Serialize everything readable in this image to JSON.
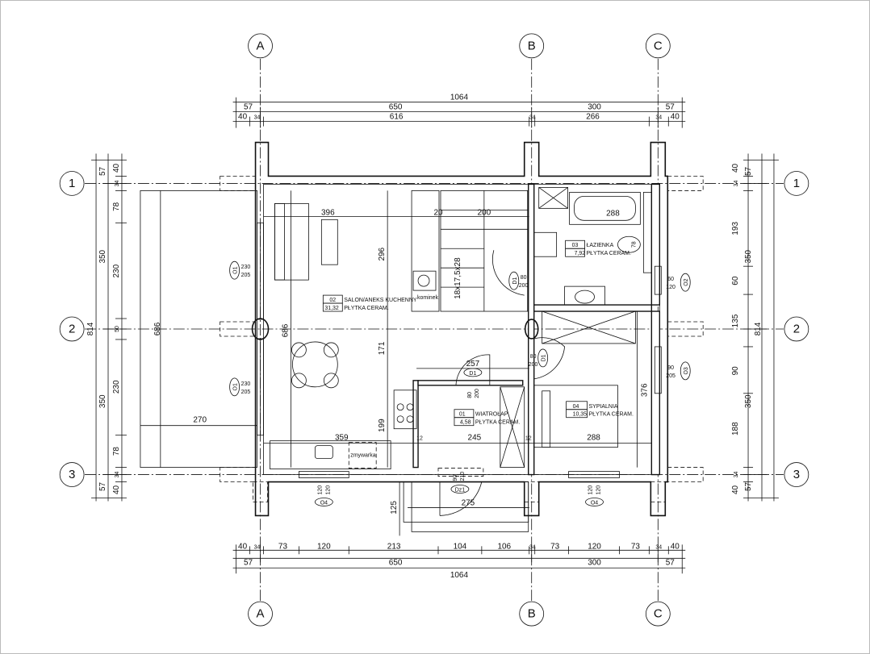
{
  "axes": {
    "cols": [
      "A",
      "B",
      "C"
    ],
    "rows": [
      "1",
      "2",
      "3"
    ]
  },
  "dims_top": {
    "total": "1064",
    "row2": [
      "57",
      "650",
      "300",
      "57"
    ],
    "row3": [
      "40",
      "34",
      "616",
      "34",
      "266",
      "34",
      "40"
    ]
  },
  "dims_bottom": {
    "row1": [
      "40",
      "34",
      "73",
      "120",
      "213",
      "104",
      "106",
      "34",
      "73",
      "120",
      "73",
      "34",
      "40"
    ],
    "row2": [
      "57",
      "650",
      "300",
      "57"
    ],
    "total": "1064"
  },
  "dims_left": {
    "total": "814",
    "row2": [
      "57",
      "350",
      "350",
      "57"
    ],
    "row3": [
      "40",
      "34",
      "78",
      "230",
      "50",
      "230",
      "78",
      "34",
      "40"
    ]
  },
  "dims_right": {
    "total": "814",
    "row2": [
      "57",
      "350",
      "350",
      "57"
    ],
    "row3": [
      "40",
      "34",
      "193",
      "60",
      "135",
      "90",
      "188",
      "34",
      "40"
    ]
  },
  "interior_dims": {
    "living_width": "396",
    "stair_gap": "20",
    "stair_width": "200",
    "living_depth": "296",
    "terrace_depth": "686",
    "interior_depth": "686",
    "dining_depth": "171",
    "kitchen_depth": "199",
    "kitchen_width": "359",
    "hall_width": "245",
    "bath_tub": "288",
    "bedroom_width": "288",
    "hall_door": "257",
    "bedroom_depth": "376",
    "terrace_width": "270",
    "porch_depth": "125",
    "porch_width": "275",
    "wall_12a": "12",
    "wall_12b": "12",
    "wc": "78"
  },
  "rooms": [
    {
      "num": "01",
      "name": "WIATROŁAP",
      "area": "4,58",
      "floor": "PŁYTKA CERAM."
    },
    {
      "num": "02",
      "name": "SALON/ANEKS KUCHENNY",
      "area": "31,32",
      "floor": "PŁYTKA CERAM."
    },
    {
      "num": "03",
      "name": "ŁAZIENKA",
      "area": "7,92",
      "floor": "PŁYTKA CERAM."
    },
    {
      "num": "04",
      "name": "SYPIALNIA",
      "area": "10,35",
      "floor": "PŁYTKA CERAM."
    }
  ],
  "labels": {
    "fireplace": "kominek",
    "dishwasher": "zmywarka",
    "stairs": "18x17,5x28"
  },
  "openings": {
    "o1a": {
      "tag": "O1",
      "w": "230",
      "h": "205"
    },
    "o1b": {
      "tag": "O1",
      "w": "230",
      "h": "205"
    },
    "o2": {
      "tag": "O2",
      "w": "60",
      "h": "120"
    },
    "o3": {
      "tag": "O3",
      "w": "90",
      "h": "205"
    },
    "o4a": {
      "tag": "O4",
      "w": "120",
      "h": "120"
    },
    "o4b": {
      "tag": "O4",
      "w": "120",
      "h": "120"
    },
    "d1a": {
      "tag": "D1",
      "w": "80",
      "h": "200"
    },
    "d1b": {
      "tag": "D1",
      "w": "80",
      "h": "200"
    },
    "d1c": {
      "tag": "D1",
      "w": "80",
      "h": "200"
    },
    "dz1": {
      "tag": "Dz1",
      "w": "90",
      "h": "210"
    }
  }
}
